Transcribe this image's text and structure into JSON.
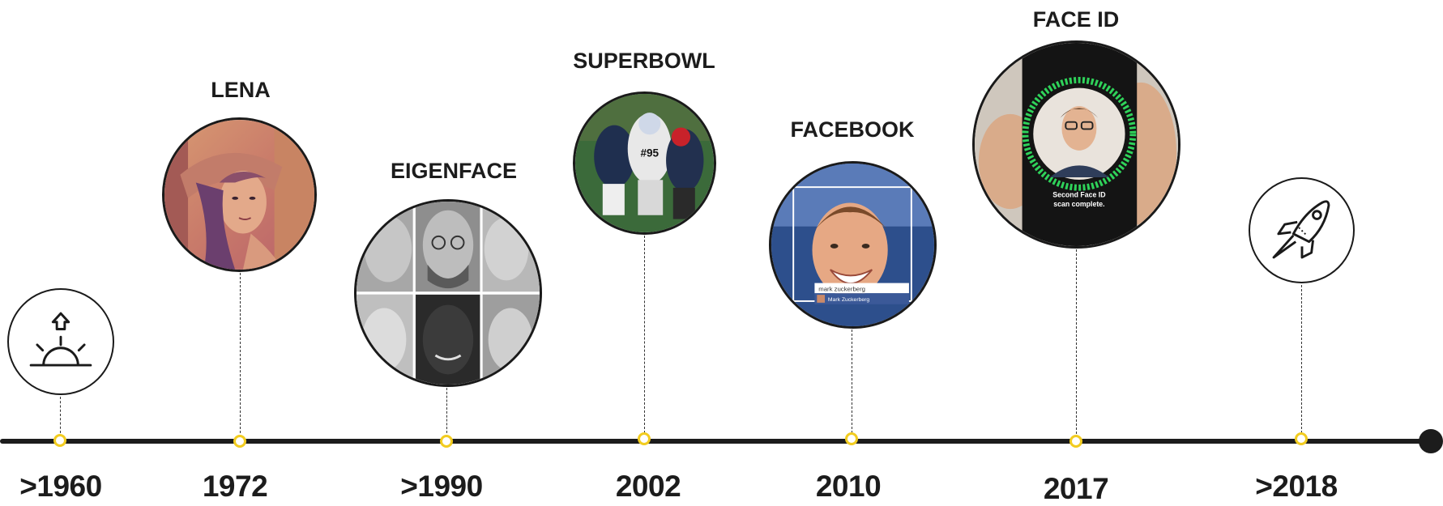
{
  "events": [
    {
      "year": ">1960",
      "label": "",
      "icon": "sunrise-icon"
    },
    {
      "year": "1972",
      "label": "LENA",
      "image": "lena-portrait"
    },
    {
      "year": ">1990",
      "label": "EIGENFACE",
      "image": "eigenface-grid"
    },
    {
      "year": "2002",
      "label": "SUPERBOWL",
      "image": "football-players"
    },
    {
      "year": "2010",
      "label": "FACEBOOK",
      "image": "zuckerberg-face-tag",
      "search_text": "mark zuckerberg",
      "tag_text": "Mark Zuckerberg"
    },
    {
      "year": "2017",
      "label": "FACE ID",
      "image": "face-id-phone",
      "phone_text": [
        "Second Face ID",
        "scan complete."
      ]
    },
    {
      "year": ">2018",
      "label": "",
      "icon": "rocket-icon"
    }
  ],
  "colors": {
    "axis": "#1c1c1c",
    "marker_border": "#f2cc1f",
    "text": "#1c1c1c"
  }
}
